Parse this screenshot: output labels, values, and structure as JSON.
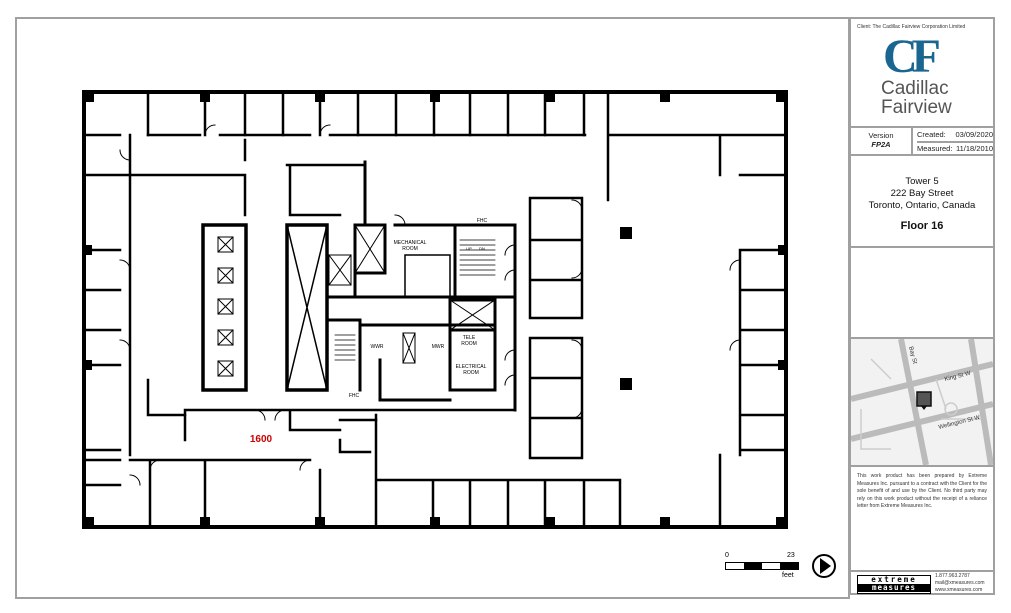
{
  "title_block": {
    "client": "Client:  The Cadillac Fairview Corporation Limited",
    "logo_mark": "CF",
    "logo_name_line1": "Cadillac",
    "logo_name_line2": "Fairview",
    "version_label": "Version",
    "version_value": "FP2A",
    "created_label": "Created:",
    "created_value": "03/09/2020",
    "measured_label": "Measured:",
    "measured_value": "11/18/2010",
    "address_line1": "Tower 5",
    "address_line2": "222 Bay Street",
    "address_line3": "Toronto, Ontario, Canada",
    "floor": "Floor 16",
    "map": {
      "street1": "Bay St",
      "street2": "King St W",
      "street3": "Wellington St W"
    },
    "disclaimer": "This work product has been prepared by Extreme Measures Inc. pursuant to a contract with the Client for the sole benefit of and use by the Client. No third party may rely on this work product without the receipt of a reliance letter from Extreme Measures Inc.",
    "company_logo_line1": "extreme",
    "company_logo_line2": "measures",
    "phone": "1.877.963.2787",
    "email": "mail@xmeasures.com",
    "website": "www.xmeasures.com"
  },
  "plan": {
    "suite_label": "1600",
    "suite_color": "#cc0000",
    "rooms": {
      "mechanical": [
        "MECHANICAL",
        "ROOM"
      ],
      "tele": [
        "TELE",
        "ROOM"
      ],
      "electrical": [
        "ELECTRICAL",
        "ROOM"
      ],
      "wwr": "WWR",
      "mwr": "MWR",
      "fhc": "FHC",
      "stair_up": "UP",
      "stair_dn": "DN"
    }
  },
  "scale": {
    "start": "0",
    "end": "23",
    "unit": "feet"
  },
  "north_arrow": "north-arrow-icon"
}
